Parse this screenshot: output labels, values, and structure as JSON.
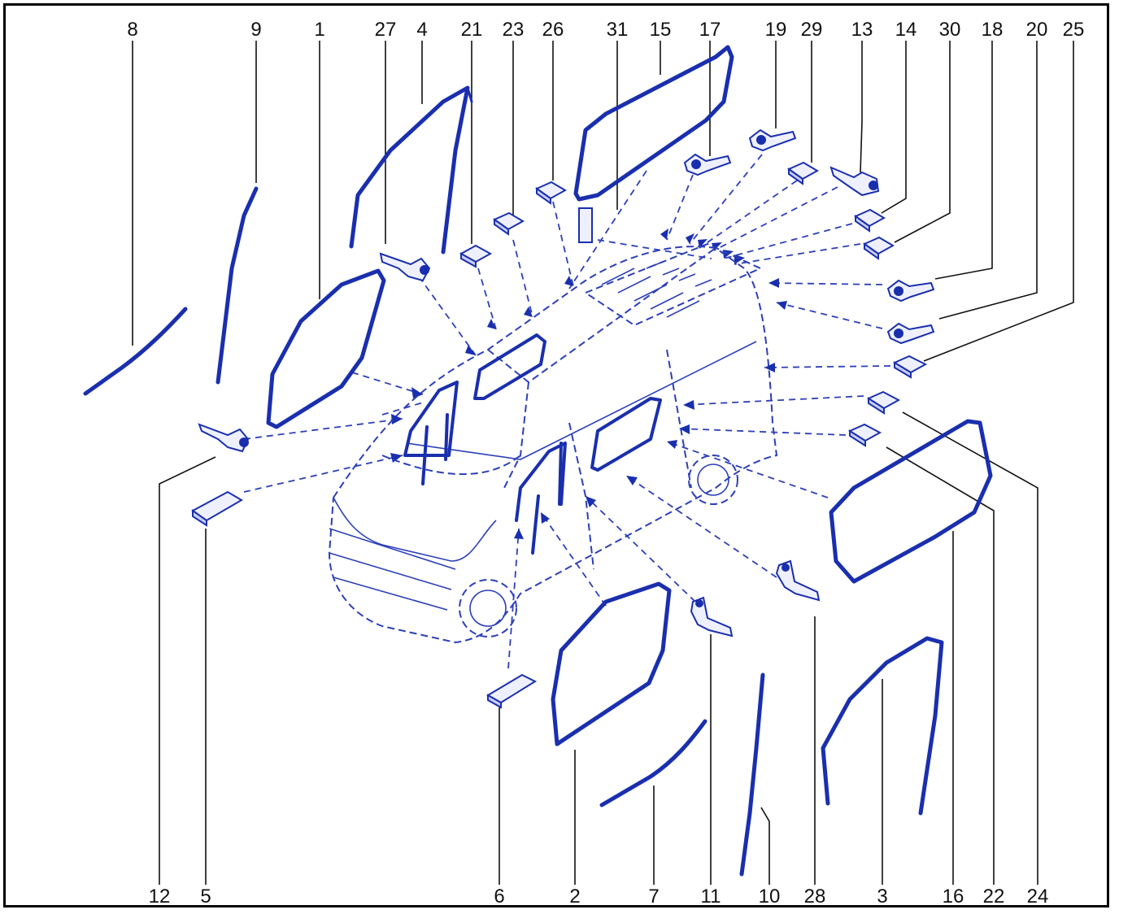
{
  "diagram": {
    "line_color": "#1a2fae",
    "dash_color": "#2c3fb8",
    "top_labels": [
      "8",
      "9",
      "1",
      "27",
      "4",
      "21",
      "23",
      "26",
      "31",
      "15",
      "17",
      "19",
      "29",
      "13",
      "14",
      "30",
      "18",
      "20",
      "25"
    ],
    "bottom_labels": [
      "12",
      "5",
      "6",
      "2",
      "7",
      "11",
      "10",
      "28",
      "3",
      "16",
      "22",
      "24"
    ]
  }
}
